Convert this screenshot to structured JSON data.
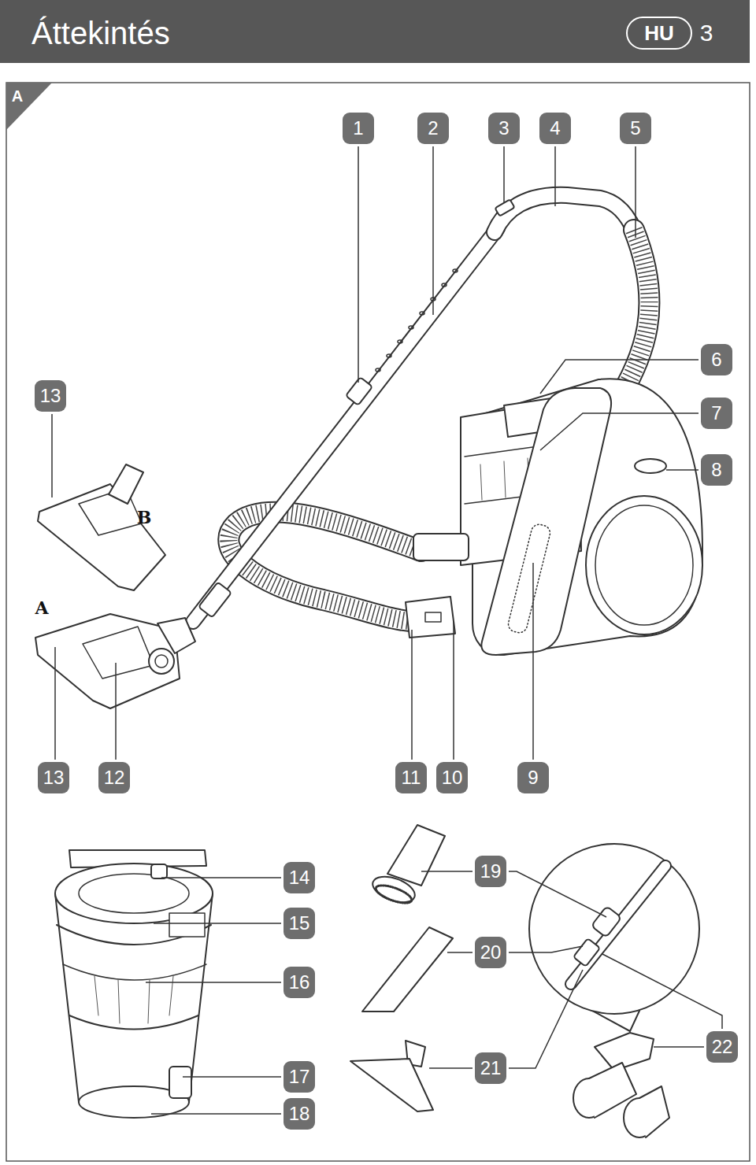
{
  "diagram": {
    "title": "Áttekintés",
    "labels": [
      "HU",
      "3",
      "A",
      "1",
      "2",
      "3",
      "4",
      "5",
      "13",
      "6",
      "B",
      "7",
      "8",
      "A",
      "13",
      "12",
      "11",
      "10",
      "9",
      "14",
      "19",
      "15",
      "20",
      "16",
      "21",
      "17",
      "22",
      "18"
    ]
  }
}
